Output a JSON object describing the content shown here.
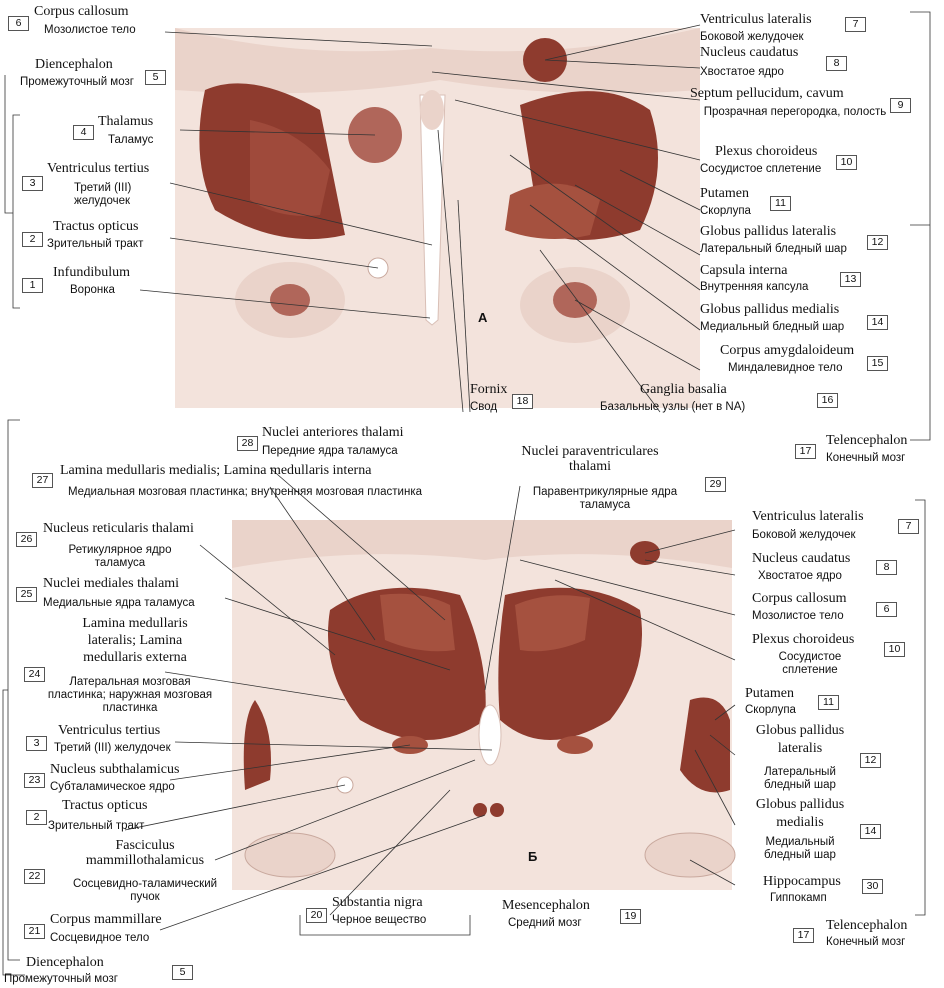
{
  "panels": {
    "a": "А",
    "b": "Б"
  },
  "labels": {
    "a6": {
      "num": "6",
      "lat": "Corpus callosum",
      "rus": "Мозолистое тело"
    },
    "a5": {
      "num": "5",
      "lat": "Diencephalon",
      "rus": "Промежуточный мозг"
    },
    "a4": {
      "num": "4",
      "lat": "Thalamus",
      "rus": "Таламус"
    },
    "a3": {
      "num": "3",
      "lat": "Ventriculus tertius",
      "rus": "Третий (III) желудочек"
    },
    "a2": {
      "num": "2",
      "lat": "Tractus opticus",
      "rus": "Зрительный тракт"
    },
    "a1": {
      "num": "1",
      "lat": "Infundibulum",
      "rus": "Воронка"
    },
    "a7": {
      "num": "7",
      "lat": "Ventriculus lateralis",
      "rus": "Боковой желудочек"
    },
    "a8": {
      "num": "8",
      "lat": "Nucleus caudatus",
      "rus": "Хвостатое ядро"
    },
    "a9": {
      "num": "9",
      "lat": "Septum pellucidum, cavum",
      "rus": "Прозрачная перегородка, полость"
    },
    "a10": {
      "num": "10",
      "lat": "Plexus choroideus",
      "rus": "Сосудистое сплетение"
    },
    "a11": {
      "num": "11",
      "lat": "Putamen",
      "rus": "Скорлупа"
    },
    "a12": {
      "num": "12",
      "lat": "Globus pallidus lateralis",
      "rus": "Латеральный бледный шар"
    },
    "a13": {
      "num": "13",
      "lat": "Capsula interna",
      "rus": "Внутренняя капсула"
    },
    "a14": {
      "num": "14",
      "lat": "Globus pallidus medialis",
      "rus": "Медиальный бледный шар"
    },
    "a15": {
      "num": "15",
      "lat": "Corpus amygdaloideum",
      "rus": "Миндалевидное тело"
    },
    "a16": {
      "num": "16",
      "lat": "Ganglia basalia",
      "rus": "Базальные узлы (нет в NA)"
    },
    "a18": {
      "num": "18",
      "lat": "Fornix",
      "rus": "Свод"
    },
    "a17": {
      "num": "17",
      "lat": "Telencephalon",
      "rus": "Конечный мозг"
    },
    "b28": {
      "num": "28",
      "lat": "Nuclei anteriores thalami",
      "rus": "Передние ядра таламуса"
    },
    "b29": {
      "num": "29",
      "lat": "Nuclei paraventriculares thalami",
      "rus": "Паравентрикулярные ядра таламуса"
    },
    "b27": {
      "num": "27",
      "lat": "Lamina medullaris medialis; Lamina medullaris interna",
      "rus": "Медиальная мозговая пластинка; внутренняя мозговая пластинка"
    },
    "b26": {
      "num": "26",
      "lat": "Nucleus reticularis thalami",
      "rus": "Ретикулярное ядро таламуса"
    },
    "b25": {
      "num": "25",
      "lat": "Nuclei mediales thalami",
      "rus": "Медиальные ядра таламуса"
    },
    "b24": {
      "num": "24",
      "lat": "Lamina medullaris lateralis; Lamina medullaris externa",
      "rus": "Латеральная мозговая пластинка; наружная мозговая пластинка"
    },
    "b3": {
      "num": "3",
      "lat": "Ventriculus tertius",
      "rus": "Третий (III) желудочек"
    },
    "b23": {
      "num": "23",
      "lat": "Nucleus subthalamicus",
      "rus": "Субталамическое ядро"
    },
    "b2": {
      "num": "2",
      "lat": "Tractus opticus",
      "rus": "Зрительный тракт"
    },
    "b22": {
      "num": "22",
      "lat": "Fasciculus mammillothalamicus",
      "rus": "Сосцевидно-таламический пучок"
    },
    "b21": {
      "num": "21",
      "lat": "Corpus mammillare",
      "rus": "Сосцевидное тело"
    },
    "b20": {
      "num": "20",
      "lat": "Substantia nigra",
      "rus": "Черное вещество"
    },
    "b19": {
      "num": "19",
      "lat": "Mesencephalon",
      "rus": "Средний мозг"
    },
    "b5": {
      "num": "5",
      "lat": "Diencephalon",
      "rus": "Промежуточный мозг"
    },
    "b7": {
      "num": "7",
      "lat": "Ventriculus lateralis",
      "rus": "Боковой желудочек"
    },
    "b8": {
      "num": "8",
      "lat": "Nucleus caudatus",
      "rus": "Хвостатое ядро"
    },
    "b6": {
      "num": "6",
      "lat": "Corpus callosum",
      "rus": "Мозолистое тело"
    },
    "b10": {
      "num": "10",
      "lat": "Plexus choroideus",
      "rus": "Сосудистое сплетение"
    },
    "b11": {
      "num": "11",
      "lat": "Putamen",
      "rus": "Скорлупа"
    },
    "b12": {
      "num": "12",
      "lat": "Globus pallidus lateralis",
      "rus": "Латеральный бледный шар"
    },
    "b14": {
      "num": "14",
      "lat": "Globus pallidus medialis",
      "rus": "Медиальный бледный шар"
    },
    "b30": {
      "num": "30",
      "lat": "Hippocampus",
      "rus": "Гиппокамп"
    },
    "b17": {
      "num": "17",
      "lat": "Telencephalon",
      "rus": "Конечный мозг"
    }
  },
  "colors": {
    "tissue": "#f3e3dc",
    "tissue_dark": "#e6cfc6",
    "nucleus": "#8e3b2e",
    "nucleus_light": "#b66b5c",
    "leader": "#333333"
  }
}
